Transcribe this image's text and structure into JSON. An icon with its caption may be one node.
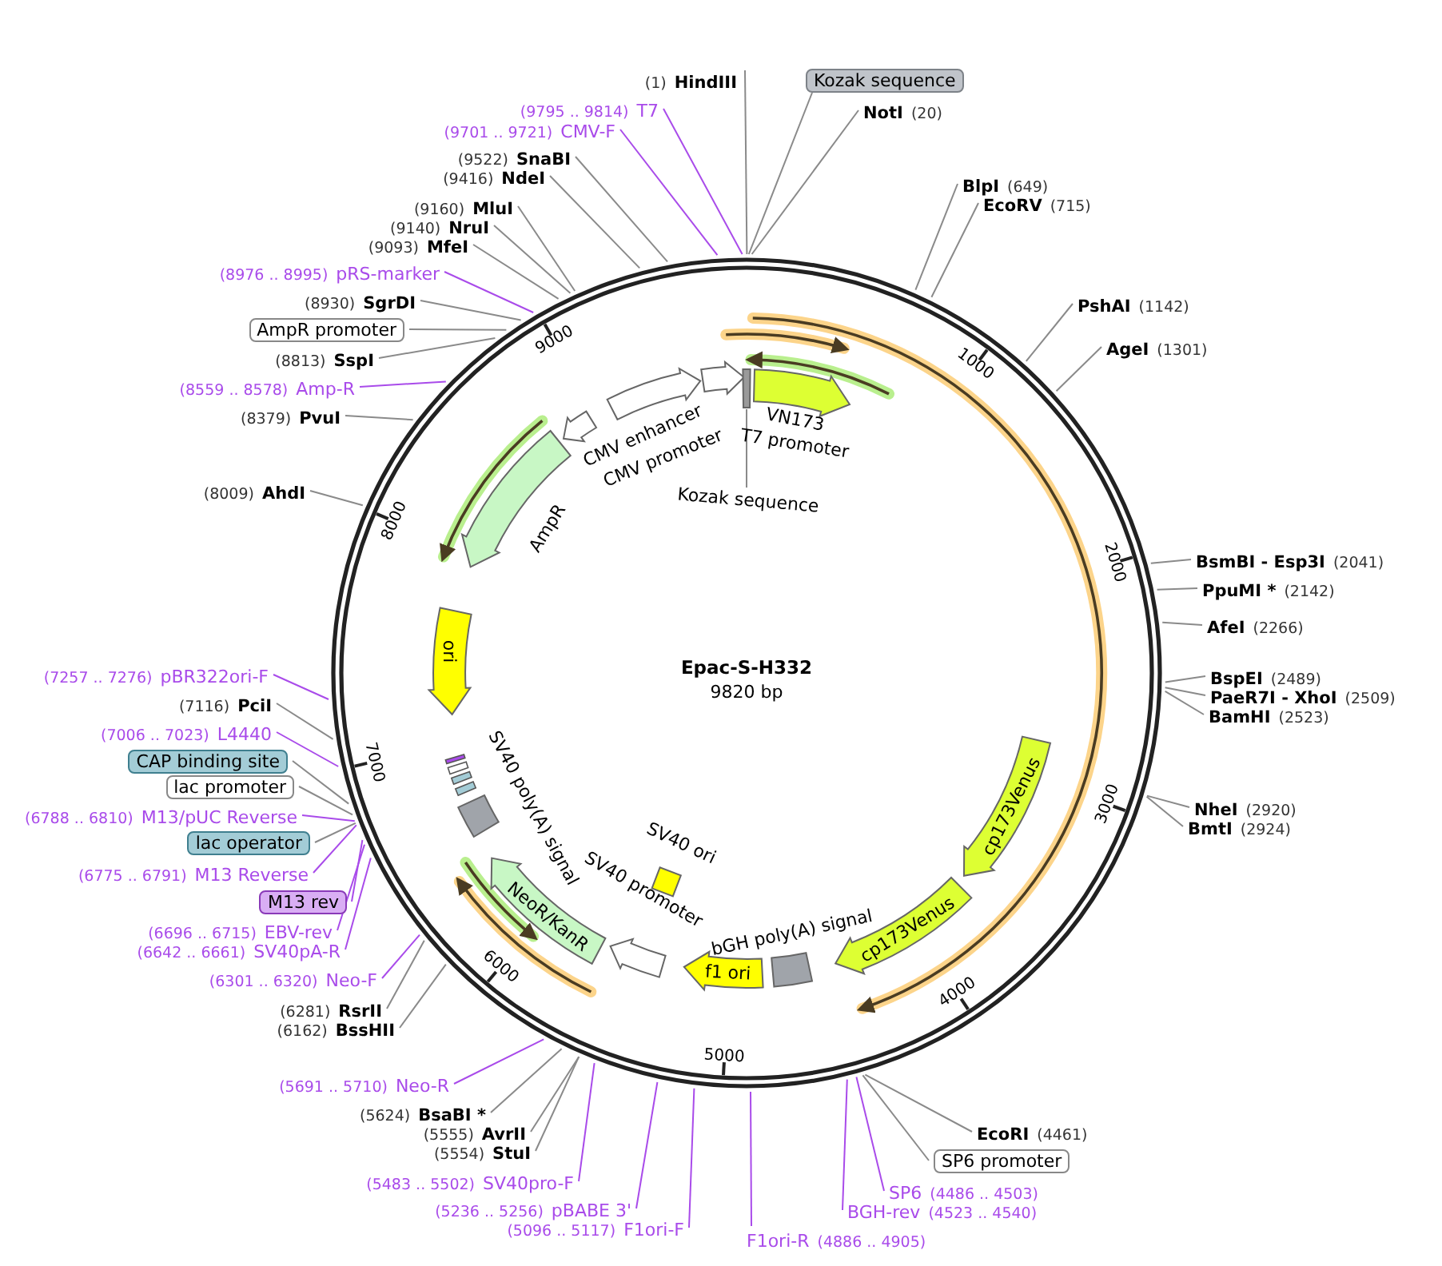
{
  "diagram": {
    "title": "Epac-S-H332",
    "nodes": [
      {
        "text": [
          "(1)",
          "HindIII"
        ]
      },
      {
        "text": [
          "Kozak sequence"
        ]
      },
      {
        "text": [
          "NotI",
          "(20)"
        ]
      },
      {
        "text": [
          "BlpI",
          "(649)"
        ]
      },
      {
        "text": [
          "EcoRV",
          "(715)"
        ]
      },
      {
        "text": [
          "PshAI",
          "(1142)"
        ]
      },
      {
        "text": [
          "AgeI",
          "(1301)"
        ]
      },
      {
        "text": [
          "BsmBI - Esp3I",
          "(2041)"
        ]
      },
      {
        "text": [
          "PpuMI *",
          "(2142)"
        ]
      },
      {
        "text": [
          "AfeI",
          "(2266)"
        ]
      },
      {
        "text": [
          "BspEI",
          "(2489)"
        ]
      },
      {
        "text": [
          "PaeR7I - XhoI",
          "(2509)"
        ]
      },
      {
        "text": [
          "BamHI",
          "(2523)"
        ]
      },
      {
        "text": [
          "NheI",
          "(2920)"
        ]
      },
      {
        "text": [
          "BmtI",
          "(2924)"
        ]
      },
      {
        "text": [
          "EcoRI",
          "(4461)"
        ]
      },
      {
        "text": [
          "SP6 promoter"
        ]
      },
      {
        "text": [
          "SP6",
          "(4486 .. 4503)"
        ]
      },
      {
        "text": [
          "BGH-rev",
          "(4523 .. 4540)"
        ]
      },
      {
        "text": [
          "F1ori-R",
          "(4886 .. 4905)"
        ]
      },
      {
        "text": [
          "(5096 .. 5117)",
          "F1ori-F"
        ]
      },
      {
        "text": [
          "(5236 .. 5256)",
          "pBABE 3'"
        ]
      },
      {
        "text": [
          "(5483 .. 5502)",
          "SV40pro-F"
        ]
      },
      {
        "text": [
          "(5554)",
          "StuI"
        ]
      },
      {
        "text": [
          "(5555)",
          "AvrII"
        ]
      },
      {
        "text": [
          "(5624)",
          "BsaBI *"
        ]
      },
      {
        "text": [
          "(5691 .. 5710)",
          "Neo-R"
        ]
      },
      {
        "text": [
          "(6162)",
          "BssHII"
        ]
      },
      {
        "text": [
          "(6281)",
          "RsrII"
        ]
      },
      {
        "text": [
          "(6301 .. 6320)",
          "Neo-F"
        ]
      },
      {
        "text": [
          "(6642 .. 6661)",
          "SV40pA-R"
        ]
      },
      {
        "text": [
          "(6696 .. 6715)",
          "EBV-rev"
        ]
      },
      {
        "text": [
          "M13 rev"
        ]
      },
      {
        "text": [
          "(6775 .. 6791)",
          "M13 Reverse"
        ]
      },
      {
        "text": [
          "lac operator"
        ]
      },
      {
        "text": [
          "(6788 .. 6810)",
          "M13/pUC Reverse"
        ]
      },
      {
        "text": [
          "lac promoter"
        ]
      },
      {
        "text": [
          "CAP binding site"
        ]
      },
      {
        "text": [
          "(7006 .. 7023)",
          "L4440"
        ]
      },
      {
        "text": [
          "(7116)",
          "PciI"
        ]
      },
      {
        "text": [
          "(7257 .. 7276)",
          "pBR322ori-F"
        ]
      },
      {
        "text": [
          "(8009)",
          "AhdI"
        ]
      },
      {
        "text": [
          "(8379)",
          "PvuI"
        ]
      },
      {
        "text": [
          "(8559 .. 8578)",
          "Amp-R"
        ]
      },
      {
        "text": [
          "(8813)",
          "SspI"
        ]
      },
      {
        "text": [
          "AmpR promoter"
        ]
      },
      {
        "text": [
          "(8930)",
          "SgrDI"
        ]
      },
      {
        "text": [
          "(8976 .. 8995)",
          "pRS-marker"
        ]
      },
      {
        "text": [
          "(9093)",
          "MfeI"
        ]
      },
      {
        "text": [
          "(9140)",
          "NruI"
        ]
      },
      {
        "text": [
          "(9160)",
          "MluI"
        ]
      },
      {
        "text": [
          "(9416)",
          "NdeI"
        ]
      },
      {
        "text": [
          "(9522)",
          "SnaBI"
        ]
      },
      {
        "text": [
          "(9701 .. 9721)",
          "CMV-F"
        ]
      },
      {
        "text": [
          "(9795 .. 9814)",
          "T7"
        ]
      },
      {
        "text": [
          "CMV enhancer"
        ]
      },
      {
        "text": [
          "CMV promoter"
        ]
      },
      {
        "text": [
          "VN173"
        ]
      },
      {
        "text": [
          "T7 promoter"
        ]
      },
      {
        "text": [
          "Kozak sequence"
        ]
      },
      {
        "text": [
          "cp173Venus"
        ]
      },
      {
        "text": [
          "cp173Venus"
        ]
      },
      {
        "text": [
          "bGH poly(A) signal"
        ]
      },
      {
        "text": [
          "f1 ori"
        ]
      },
      {
        "text": [
          "SV40 promoter"
        ]
      },
      {
        "text": [
          "NeoR/KanR"
        ]
      },
      {
        "text": [
          "SV40 ori"
        ]
      },
      {
        "text": [
          "SV40 poly(A) signal"
        ]
      },
      {
        "text": [
          "ori"
        ]
      },
      {
        "text": [
          "AmpR"
        ]
      }
    ],
    "edges": [
      {
        "from": 0,
        "to": null,
        "arrow": "none"
      },
      {
        "from": 1,
        "to": null,
        "arrow": "none"
      },
      {
        "from": 2,
        "to": null,
        "arrow": "none"
      },
      {
        "from": 3,
        "to": null,
        "arrow": "none"
      },
      {
        "from": 4,
        "to": null,
        "arrow": "none"
      },
      {
        "from": 5,
        "to": null,
        "arrow": "none"
      },
      {
        "from": 6,
        "to": null,
        "arrow": "none"
      },
      {
        "from": 7,
        "to": null,
        "arrow": "none"
      },
      {
        "from": 8,
        "to": null,
        "arrow": "none"
      },
      {
        "from": 9,
        "to": null,
        "arrow": "none"
      },
      {
        "from": 10,
        "to": null,
        "arrow": "none"
      },
      {
        "from": 11,
        "to": null,
        "arrow": "none"
      },
      {
        "from": 12,
        "to": null,
        "arrow": "none"
      },
      {
        "from": 13,
        "to": null,
        "arrow": "none"
      },
      {
        "from": 14,
        "to": null,
        "arrow": "none"
      },
      {
        "from": 15,
        "to": null,
        "arrow": "none"
      },
      {
        "from": 16,
        "to": null,
        "arrow": "none"
      },
      {
        "from": 17,
        "to": null,
        "arrow": "none",
        "color": "#a94bea"
      },
      {
        "from": 18,
        "to": null,
        "arrow": "none",
        "color": "#a94bea"
      },
      {
        "from": 19,
        "to": null,
        "arrow": "none",
        "color": "#a94bea"
      },
      {
        "from": 20,
        "to": null,
        "arrow": "none",
        "color": "#a94bea"
      },
      {
        "from": 21,
        "to": null,
        "arrow": "none",
        "color": "#a94bea"
      },
      {
        "from": 22,
        "to": null,
        "arrow": "none",
        "color": "#a94bea"
      },
      {
        "from": 23,
        "to": null,
        "arrow": "none"
      },
      {
        "from": 24,
        "to": null,
        "arrow": "none"
      },
      {
        "from": 25,
        "to": null,
        "arrow": "none"
      },
      {
        "from": 26,
        "to": null,
        "arrow": "none",
        "color": "#a94bea"
      },
      {
        "from": 27,
        "to": null,
        "arrow": "none"
      },
      {
        "from": 28,
        "to": null,
        "arrow": "none"
      },
      {
        "from": 29,
        "to": null,
        "arrow": "none",
        "color": "#a94bea"
      },
      {
        "from": 30,
        "to": null,
        "arrow": "none",
        "color": "#a94bea"
      },
      {
        "from": 31,
        "to": null,
        "arrow": "none",
        "color": "#a94bea"
      },
      {
        "from": 32,
        "to": null,
        "arrow": "none",
        "color": "#a94bea"
      },
      {
        "from": 33,
        "to": null,
        "arrow": "none",
        "color": "#a94bea"
      },
      {
        "from": 34,
        "to": null,
        "arrow": "none"
      },
      {
        "from": 35,
        "to": null,
        "arrow": "none",
        "color": "#a94bea"
      },
      {
        "from": 36,
        "to": null,
        "arrow": "none"
      },
      {
        "from": 37,
        "to": null,
        "arrow": "none"
      },
      {
        "from": 38,
        "to": null,
        "arrow": "none",
        "color": "#a94bea"
      },
      {
        "from": 39,
        "to": null,
        "arrow": "none"
      },
      {
        "from": 40,
        "to": null,
        "arrow": "none",
        "color": "#a94bea"
      },
      {
        "from": 41,
        "to": null,
        "arrow": "none"
      },
      {
        "from": 42,
        "to": null,
        "arrow": "none"
      },
      {
        "from": 43,
        "to": null,
        "arrow": "none",
        "color": "#a94bea"
      },
      {
        "from": 44,
        "to": null,
        "arrow": "none"
      },
      {
        "from": 45,
        "to": null,
        "arrow": "none"
      },
      {
        "from": 46,
        "to": null,
        "arrow": "none"
      },
      {
        "from": 47,
        "to": null,
        "arrow": "none",
        "color": "#a94bea"
      },
      {
        "from": 48,
        "to": null,
        "arrow": "none"
      },
      {
        "from": 49,
        "to": null,
        "arrow": "none"
      },
      {
        "from": 50,
        "to": null,
        "arrow": "none"
      },
      {
        "from": 51,
        "to": null,
        "arrow": "none"
      },
      {
        "from": 52,
        "to": null,
        "arrow": "none"
      },
      {
        "from": 53,
        "to": null,
        "arrow": "none",
        "color": "#a94bea"
      },
      {
        "from": 54,
        "to": null,
        "arrow": "none",
        "color": "#a94bea"
      },
      {
        "from": 59,
        "to": 58,
        "arrow": "none"
      }
    ],
    "labels": [
      "9820 bp",
      "1000",
      "2000",
      "3000",
      "4000",
      "5000",
      "6000",
      "7000",
      "8000",
      "9000"
    ]
  }
}
